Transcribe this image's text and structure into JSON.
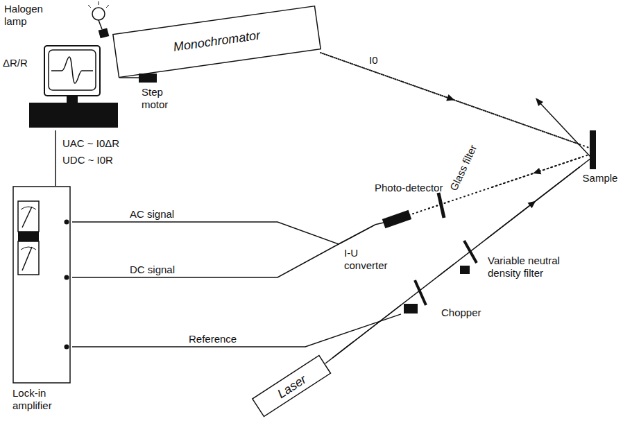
{
  "diagram": {
    "nodes": [
      {
        "text": [
          "Halogen lamp"
        ]
      },
      {
        "text": [
          "Monochromator"
        ]
      },
      {
        "text": [
          "ΔR/R"
        ]
      },
      {
        "text": [
          "Step motor"
        ]
      },
      {
        "text": [
          "Photo-detector"
        ]
      },
      {
        "text": [
          "Glass filter"
        ]
      },
      {
        "text": [
          "Sample"
        ]
      },
      {
        "text": [
          "Variable neutral density filter"
        ]
      },
      {
        "text": [
          "Chopper"
        ]
      },
      {
        "text": [
          "Lock-in amplifier"
        ]
      },
      {
        "text": [
          "Laser"
        ]
      }
    ],
    "edges": [
      {
        "from": 1,
        "to": 6,
        "arrow": "to",
        "label": "I0"
      },
      {
        "from": 6,
        "to": 5,
        "arrow": "to"
      },
      {
        "from": 5,
        "to": 4,
        "arrow": "none"
      },
      {
        "from": 10,
        "to": 8,
        "arrow": "none"
      },
      {
        "from": 8,
        "to": 7,
        "arrow": "none"
      },
      {
        "from": 7,
        "to": 6,
        "arrow": "to"
      },
      {
        "from": 2,
        "to": 3,
        "arrow": "none"
      },
      {
        "from": 2,
        "to": 9,
        "arrow": "none"
      },
      {
        "from": 4,
        "to": 9,
        "arrow": "none",
        "label": "AC signal"
      },
      {
        "from": 4,
        "to": 9,
        "arrow": "none",
        "label": "DC signal"
      },
      {
        "from": 8,
        "to": 9,
        "arrow": "none",
        "label": "Reference"
      }
    ],
    "labels": [
      "UAC ~ I0ΔR",
      "UDC ~ I0R",
      "I-U converter"
    ]
  }
}
